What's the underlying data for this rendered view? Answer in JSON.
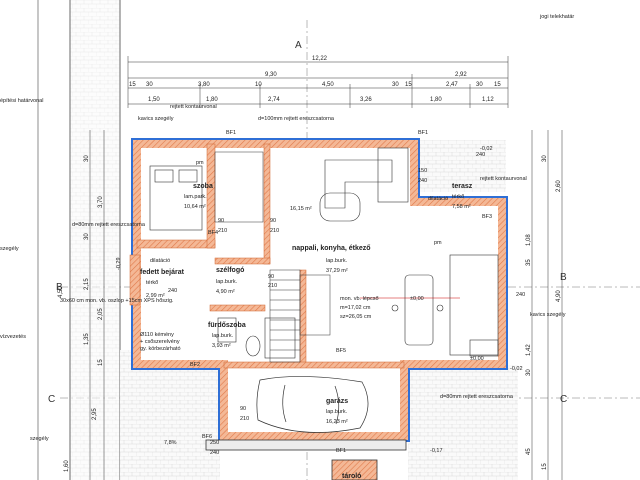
{
  "header": {
    "jogi_label": "jogi telekhatár",
    "bldg_label": "építési határvonal",
    "overall_dim": "12,22",
    "axis_top": "A",
    "axis_right": "B",
    "axis_left_b": "B",
    "axis_left_c": "C",
    "axis_right_c": "C"
  },
  "dims_top": {
    "row1": [
      "15",
      "30",
      "3,80",
      "10",
      "4,50",
      "30",
      "15",
      "2,47",
      "30",
      "15"
    ],
    "row1_large": [
      "9,30",
      "2,92"
    ],
    "row2": [
      "1,50",
      "1,80",
      "2,74",
      "3,26",
      "1,80",
      "1,12"
    ]
  },
  "dims_right": [
    "30",
    "2,60",
    "1,08",
    "35",
    "4,90",
    "1,42",
    "30",
    "45",
    "15"
  ],
  "dims_left": [
    "30",
    "3,70",
    "30",
    "4,50",
    "2,15",
    "2,05",
    "1,35",
    "15",
    "2,95",
    "1,60"
  ],
  "rooms": {
    "szoba": {
      "name": "szoba",
      "floor": "lam.park.",
      "area": "10,64 m²"
    },
    "nappali": {
      "name": "nappali, konyha, étkező",
      "floor": "lap.burk.",
      "area": "37,29 m²"
    },
    "living_small": {
      "area": "16,15 m²"
    },
    "szelfogo": {
      "name": "szélfogó",
      "floor": "lap.burk.",
      "area": "4,90 m²"
    },
    "furdo": {
      "name": "fürdőszoba",
      "floor": "lap.burk.",
      "area": "3,93 m²"
    },
    "garazs": {
      "name": "garázs",
      "floor": "lap.burk.",
      "area": "16,23 m²"
    },
    "terasz": {
      "name": "terasz",
      "floor": "térkő",
      "area": "7,58 m²"
    },
    "bejarat": {
      "name": "fedett bejárat",
      "floor": "térkő",
      "area": "2,99 m²"
    },
    "tarolo": {
      "name": "tároló"
    }
  },
  "notes": {
    "kavics": "kavics szegély",
    "kavics2": "kavics szegély",
    "d100": "d=100mm rejtett ereszcsatorna",
    "d80": "d=80mm rejtett ereszcsatorna",
    "d80b": "d=80mm rejtett ereszcsatorna",
    "rejtett": "rejtett kontaurvonal",
    "rejtett2": "rejtett kontaurvonal",
    "dilatacio": "dilatáció",
    "dilatacio2": "dilatáció",
    "stair": "mon. vb. lépcső",
    "stair_m": "m=17,02 cm",
    "stair_sz": "sz=26,05 cm",
    "pillar": "30x60 cm mon. vb. oszlop +15cm XPS hőszig.",
    "level0": "±0,00",
    "level0b": "±0,00",
    "m002": "-0,02",
    "m017": "-0,17",
    "m029": "-0,29",
    "m002b": "-0,02",
    "pct": "7,8%",
    "vizvezetes": "vízvezetés",
    "szegely": "szegély",
    "szegely2": "szegély",
    "pm": "pm",
    "pm2": "pm",
    "kemeny": "Ø110 kémény",
    "kemeny2": "+ csőszerelvény",
    "kemeny3": "gy. körbezárható"
  },
  "tags": [
    "BF1",
    "BF1",
    "BF1",
    "BF2",
    "BF3",
    "BF4",
    "BF5",
    "BF6"
  ],
  "door_dims": [
    "90",
    "210",
    "90",
    "210",
    "150",
    "240",
    "90",
    "210",
    "240",
    "240",
    "90",
    "210",
    "250",
    "240",
    "240"
  ]
}
